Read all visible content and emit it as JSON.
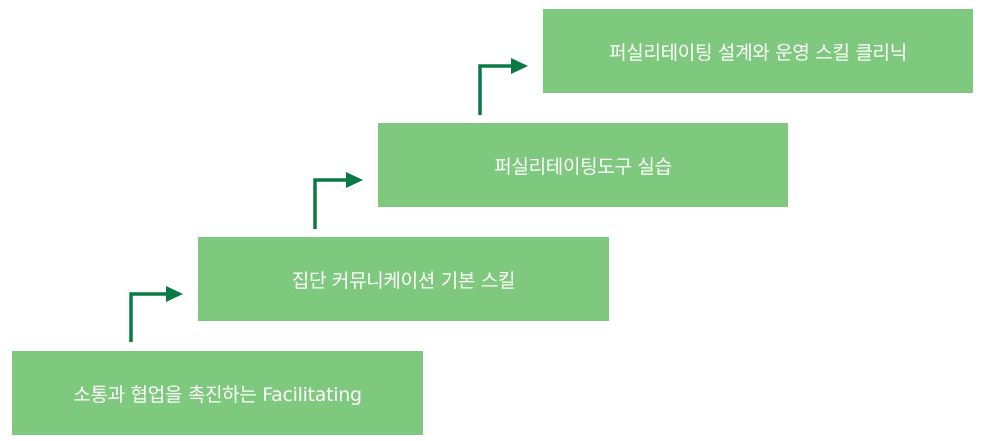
{
  "steps": [
    {
      "label": "소통과 협업을 촉진하는 Facilitating"
    },
    {
      "label": "집단 커뮤니케이션 기본 스킬"
    },
    {
      "label": "퍼실리테이팅도구 실습"
    },
    {
      "label": "퍼실리테이팅 설계와 운영 스킬 클리닉"
    }
  ],
  "colors": {
    "box_fill": "#7fc97f",
    "box_text": "#ffffff",
    "arrow": "#0a7a45"
  }
}
